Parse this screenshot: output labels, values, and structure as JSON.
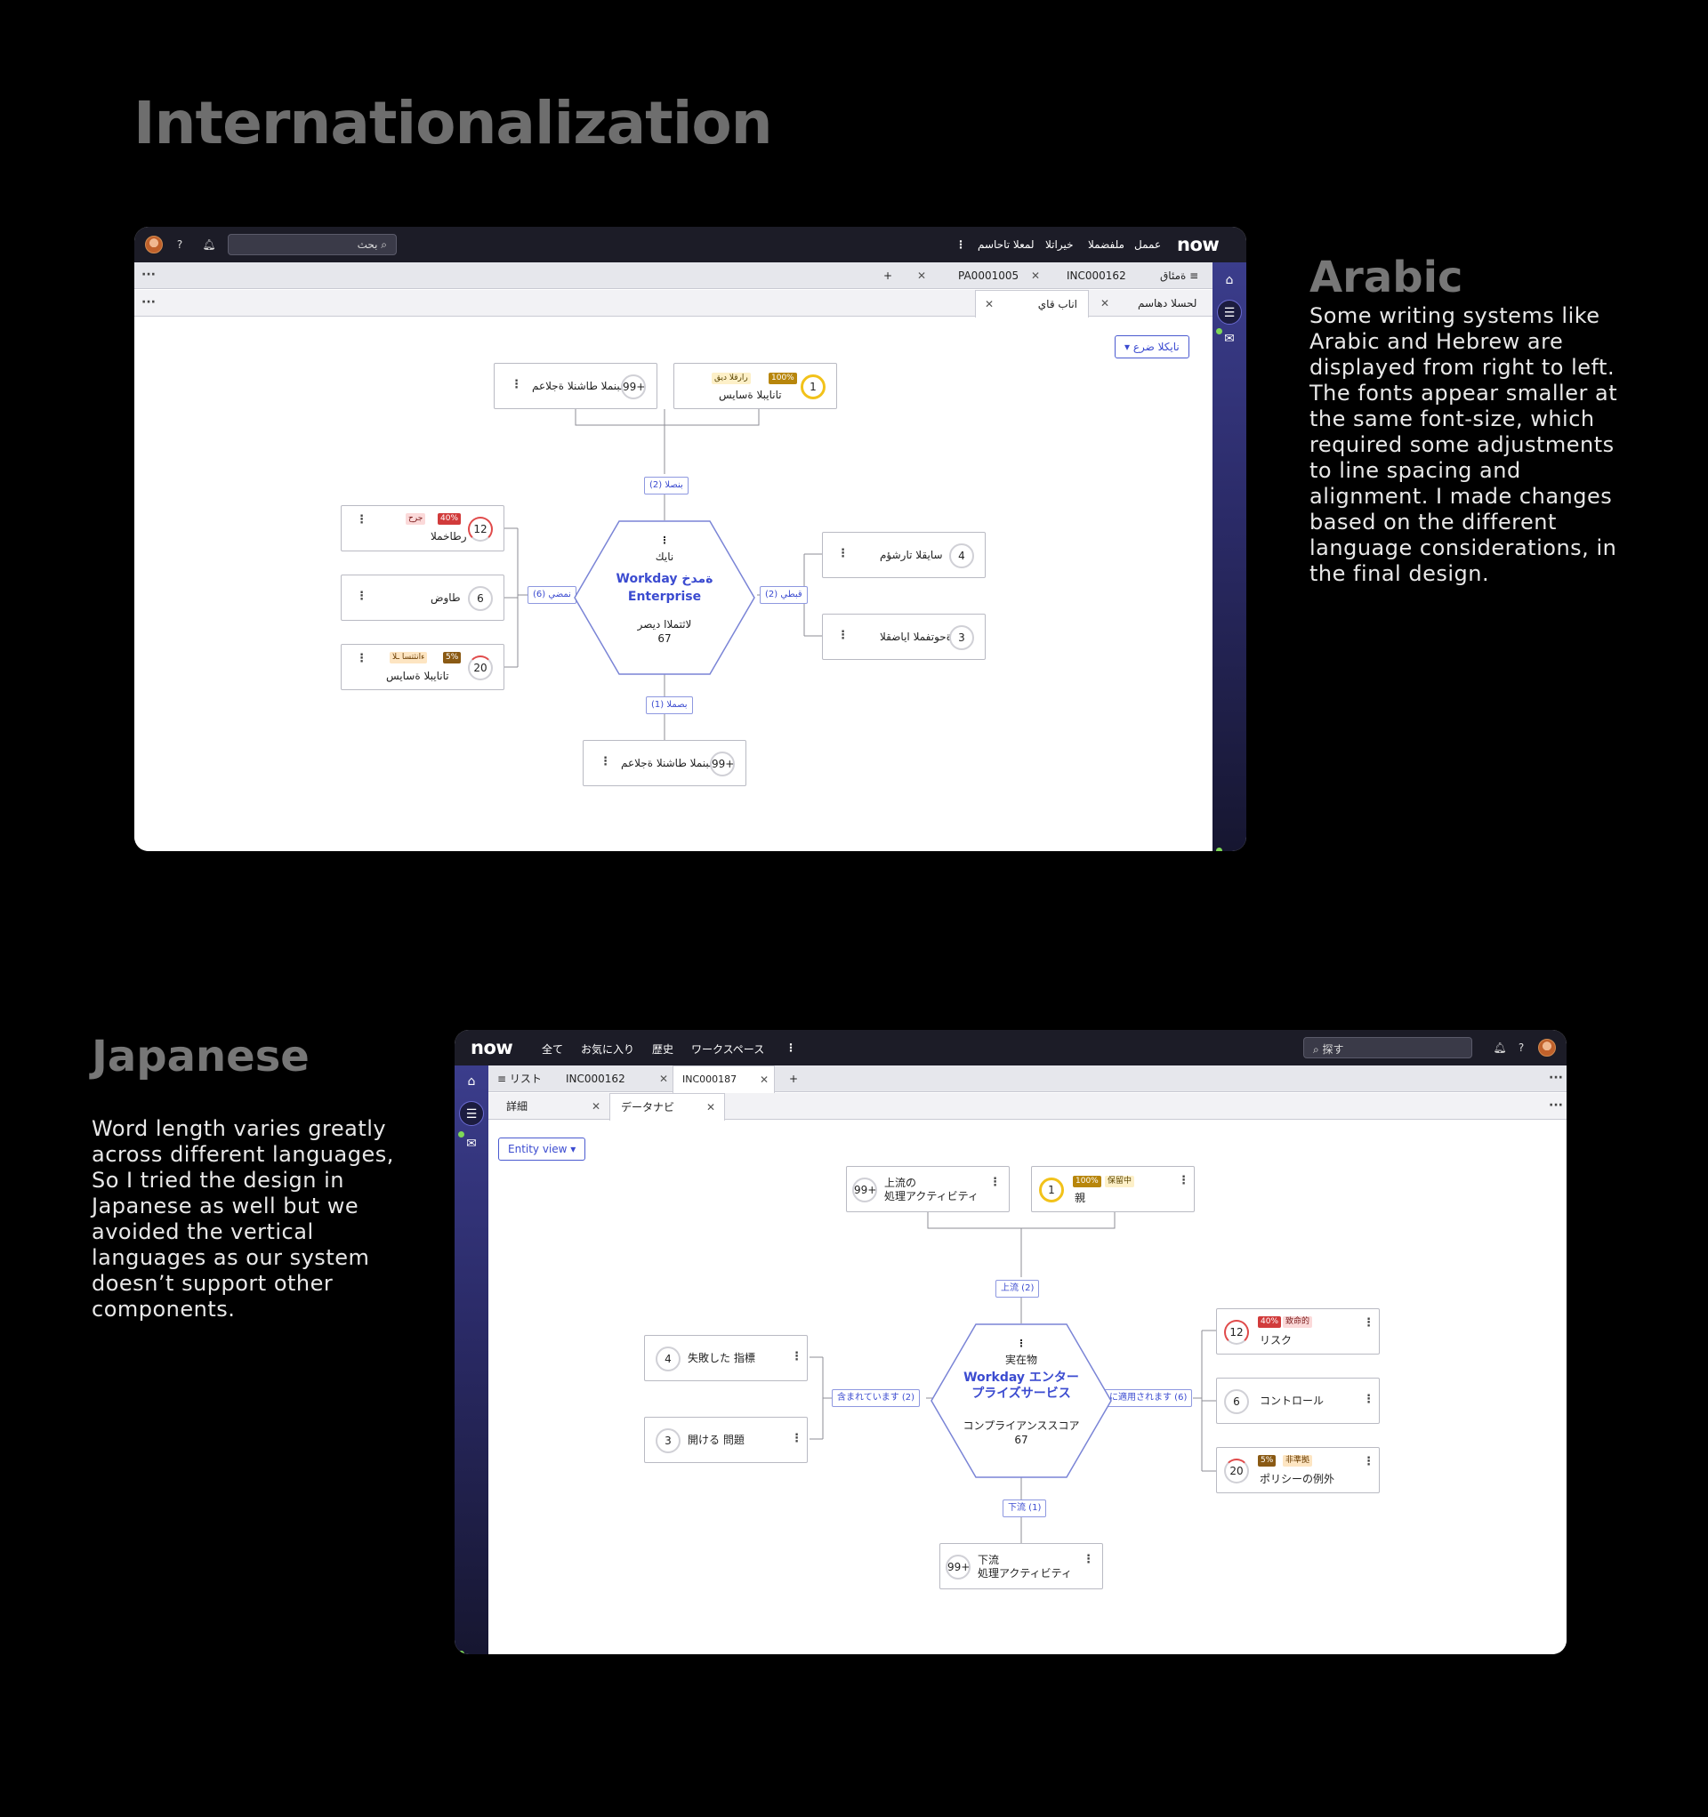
{
  "page": {
    "title": "Internationalization"
  },
  "arabic": {
    "heading": "Arabic",
    "description": "Some writing systems like Arabic and Hebrew are displayed from right to left. The fonts appear smaller at the same font-size, which required some adjustments to line spacing and alignment. I made changes based on the different language considerations, in the final design.",
    "topbar": {
      "logo": "now",
      "menu": [
        "عممل",
        "ملفضملا",
        "خيراتلا",
        "لمعلا تاحاسم"
      ],
      "more": "⋮",
      "search_placeholder": "بحث"
    },
    "tabs": [
      {
        "label": "ةمئاق",
        "icon": "list-icon"
      },
      {
        "label": "INC000162"
      },
      {
        "label": "PA0001005"
      }
    ],
    "add_tab": "+",
    "more": "···",
    "subtabs": [
      {
        "label": "لحسلا دهاسم"
      },
      {
        "label": "اناب قاي"
      }
    ],
    "entity_view": "نايكلا ضرع",
    "center": {
      "label_top": "نايك",
      "title": "Workday ةمدخ Enterprise",
      "score_label": "لاثتملاا ديصر",
      "score": "67"
    },
    "edge_labels": {
      "upstream": "بنصلا (2)",
      "downstream": "بصملا (1)",
      "contains": "نمضي (6)",
      "applies": "قبطي (2)"
    },
    "cards": {
      "top_left": {
        "count": "99+",
        "label": "عبنملا طاشنلا ةجلاعم"
      },
      "top_right": {
        "count": "1",
        "label": "تانايبلا ةسايس",
        "pct": "100%",
        "status": "رارقلا ديق"
      },
      "left_1": {
        "count": "12",
        "label": "رطاخملا",
        "pct": "40%",
        "status": "جرح"
      },
      "left_2": {
        "count": "6",
        "label": "طاوض"
      },
      "left_3": {
        "count": "20",
        "label": "تانايبلا ةسايس",
        "pct": "5%",
        "status": "ءانثتسا ـلا"
      },
      "right_1": {
        "count": "4",
        "label": "سايقلا تارشؤم"
      },
      "right_2": {
        "count": "3",
        "label": "ةحوتفملا اياضقلا"
      },
      "bottom": {
        "count": "99+",
        "label": "عبنملا طاشنلا ةجلاعم"
      }
    }
  },
  "japanese": {
    "heading": "Japanese",
    "description": "Word length varies greatly across different languages, So I tried the design in Japanese as well but we avoided the vertical languages as our system doesn’t support other components.",
    "topbar": {
      "logo": "now",
      "menu": [
        "全て",
        "お気に入り",
        "歴史",
        "ワークスペース"
      ],
      "more": "⋮",
      "search_placeholder": "探す"
    },
    "tabs": [
      {
        "label": "リスト",
        "icon": "list-icon"
      },
      {
        "label": "INC000162"
      },
      {
        "label": "INC000187"
      }
    ],
    "add_tab": "+",
    "more": "···",
    "subtabs": [
      {
        "label": "詳細"
      },
      {
        "label": "データナビ"
      }
    ],
    "entity_view": "Entity view",
    "center": {
      "label_top": "実在物",
      "title_1": "Workday エンター",
      "title_2": "プライズサービス",
      "score_label": "コンプライアンススコア",
      "score": "67"
    },
    "edge_labels": {
      "upstream": "上流 (2)",
      "downstream": "下流 (1)",
      "contains": "含まれています (2)",
      "applies": "に適用されます (6)"
    },
    "cards": {
      "top_left": {
        "count": "99+",
        "label_1": "上流の",
        "label_2": "処理アクティビティ"
      },
      "top_right": {
        "count": "1",
        "label": "親",
        "pct": "100%",
        "status": "保留中"
      },
      "left_1": {
        "count": "4",
        "label": "失敗した 指標"
      },
      "left_2": {
        "count": "3",
        "label": "開ける 問題"
      },
      "right_1": {
        "count": "12",
        "label": "リスク",
        "pct": "40%",
        "status": "致命的"
      },
      "right_2": {
        "count": "6",
        "label": "コントロール"
      },
      "right_3": {
        "count": "20",
        "label": "ポリシーの例外",
        "pct": "5%",
        "status": "非準拠"
      },
      "bottom": {
        "count": "99+",
        "label_1": "下流",
        "label_2": "処理アクティビティ"
      }
    }
  },
  "colors": {
    "background": "#000000",
    "accent": "#3b4bd0",
    "topbar": "#1c1c27",
    "rail": "#2a2a66",
    "ring_yellow": "#f2c21a",
    "ring_red": "#e04a4a"
  }
}
